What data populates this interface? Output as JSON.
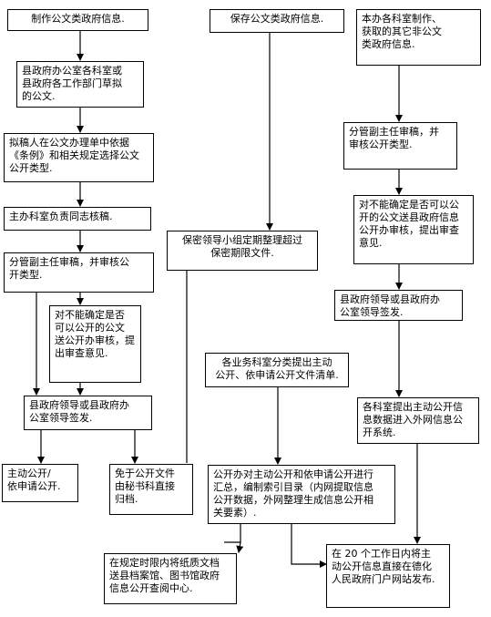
{
  "left_column": {
    "b1": "制作公文类政府信息.",
    "b2": "县政府办公室各科室或\n县政府各工作部门草拟\n的公文.",
    "b3": "拟稿人在公文办理单中依据\n《条例》和相关规定选择公文\n公开类型.",
    "b4": "主办科室负责同志核稿.",
    "b5": "分管副主任审稿，并审核公\n开类型.",
    "b6": "对不能确定是否\n可以公开的公文\n送公开办审核，提\n出审查意见.",
    "b7": "县政府领导或县政府办\n公室领导签发.",
    "b8": "主动公开/\n依申请公开.",
    "b9": "免于公开文件\n由秘书科直接\n归档."
  },
  "middle_column": {
    "b1": "保存公文类政府信息.",
    "b2": "保密领导小组定期整理超过\n保密期限文件.",
    "b3": "各业务科室分类提出主动\n公开、依申请公开文件清单.",
    "b4": "公开办对主动公开和依申请公开进行\n汇总，编制索引目录（内网提取信息\n公开数据，外网整理生成信息公开相\n关要素）.",
    "b5": "在规定时限内将纸质文档\n送县档案馆、图书馆政府\n信息公开查阅中心."
  },
  "right_column": {
    "b1": "本办各科室制作、\n获取的其它非公文\n类政府信息.",
    "b2": "分管副主任审稿，并\n审核公开类型.",
    "b3": "对不能确定是否可以公\n开的公文送县政府信息\n公开办审核，提出审查\n意见.",
    "b4": "县政府领导或县政府办\n公室领导签发.",
    "b5": "各科室提出主动公开信\n息数据进入外网信息公\n开系统.",
    "b6": "在 20 个工作日内将主\n动公开信息直接在德化\n人民政府门户网站发布."
  }
}
